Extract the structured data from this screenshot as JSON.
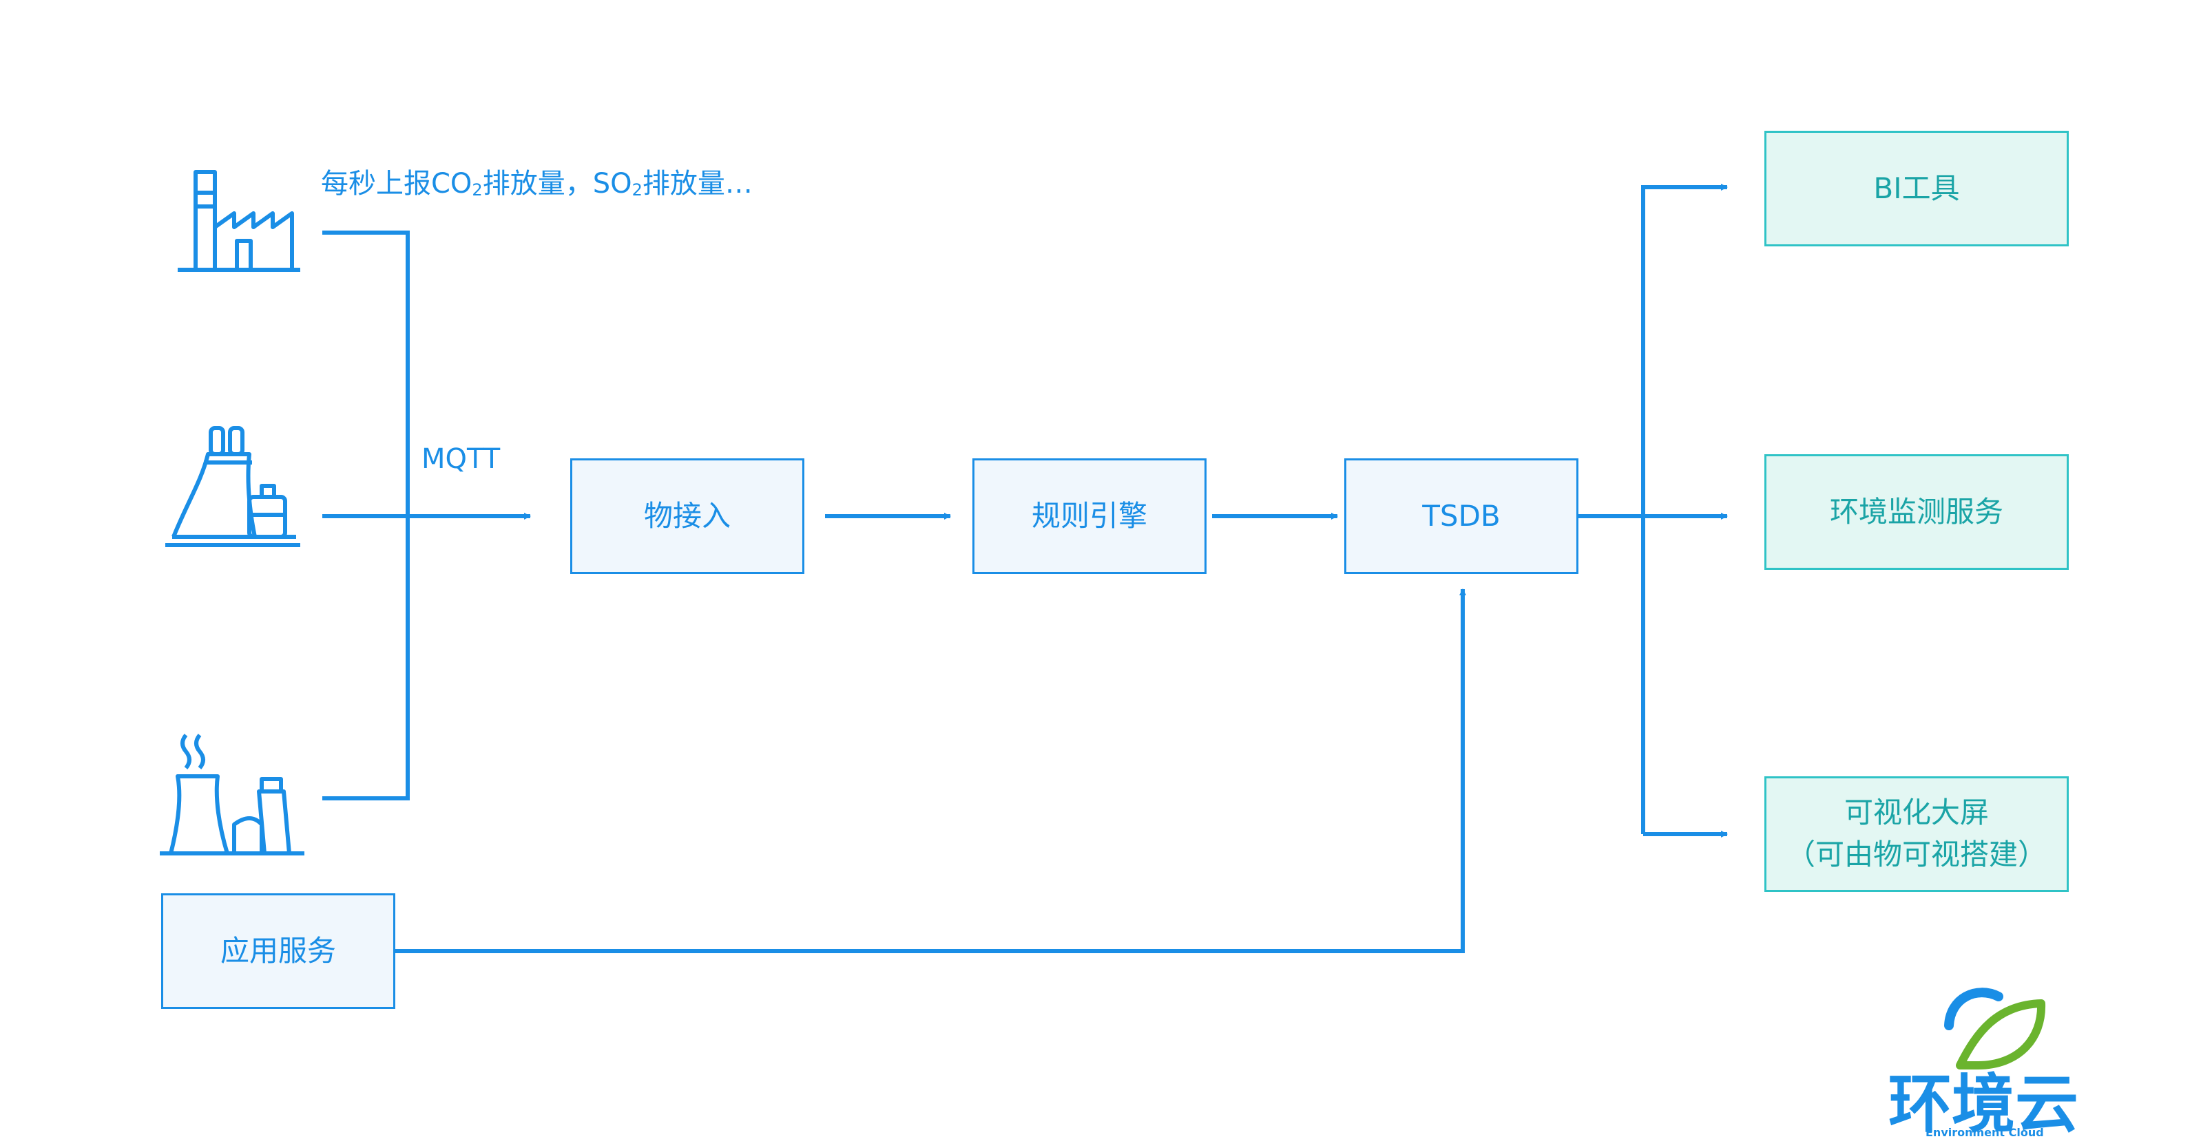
{
  "colors": {
    "primary": "#1a8ee6",
    "teal_border": "#2fc3c6",
    "teal_fill": "#e3f7f3",
    "teal_text": "#1aa4a6",
    "box_fill": "#f0f7fd",
    "logo_green": "#6ab42e"
  },
  "source_icons": [
    {
      "name": "factory-icon"
    },
    {
      "name": "power-plant-icon"
    },
    {
      "name": "cooling-tower-icon"
    }
  ],
  "annotation": {
    "prefix": "每秒上报CO",
    "sub1": "2",
    "middle": "排放量，SO",
    "sub2": "2",
    "suffix": "排放量…"
  },
  "protocol_label": "MQTT",
  "pipeline": {
    "iot_access": "物接入",
    "rule_engine": "规则引擎",
    "tsdb": "TSDB"
  },
  "app_service": "应用服务",
  "outputs": {
    "bi_tool": "BI工具",
    "env_monitoring": "环境监测服务",
    "dashboard": "可视化大屏\n（可由物可视搭建）"
  },
  "logo": {
    "name": "环境云",
    "subtitle": "Environment Cloud"
  }
}
